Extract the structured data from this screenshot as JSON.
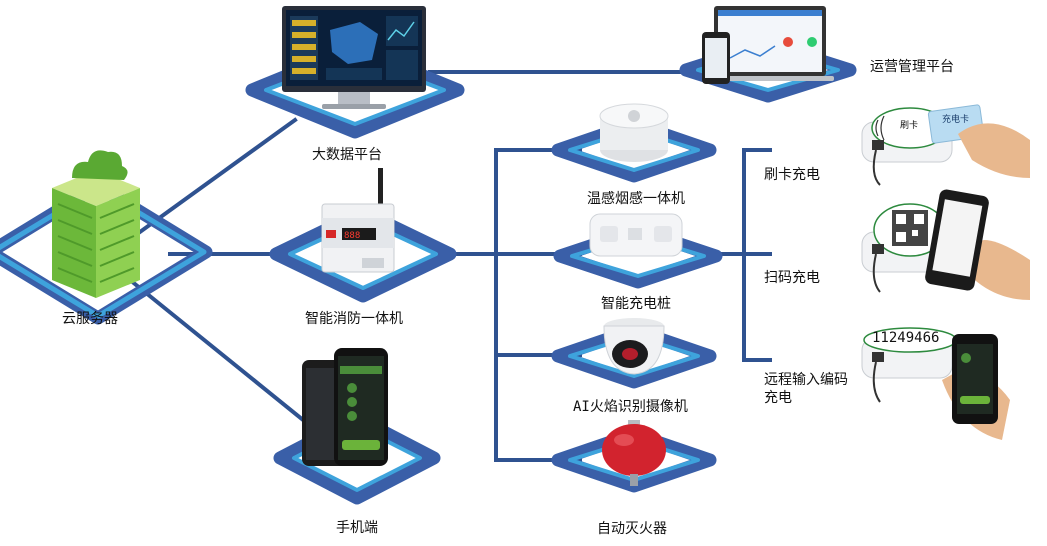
{
  "diagram": {
    "nodes": {
      "cloud_server": "云服务器",
      "big_data": "大数据平台",
      "ops_platform": "运营管理平台",
      "fire_unit": "智能消防一体机",
      "mobile": "手机端",
      "smoke_detector": "温感烟感一体机",
      "charging_pile": "智能充电桩",
      "ai_camera": "AI火焰识别摄像机",
      "extinguisher": "自动灭火器"
    },
    "charging_methods": {
      "card": "刷卡充电",
      "scan": "扫码充电",
      "remote_line1": "远程输入编码",
      "remote_line2": "充电"
    },
    "props": {
      "card_text": "充电卡",
      "reader_text": "刷卡",
      "code_number": "11249466"
    },
    "colors": {
      "line": "#2f5290",
      "ring_outer": "#3a5fa8",
      "ring_inner": "#3ea3dc"
    }
  }
}
